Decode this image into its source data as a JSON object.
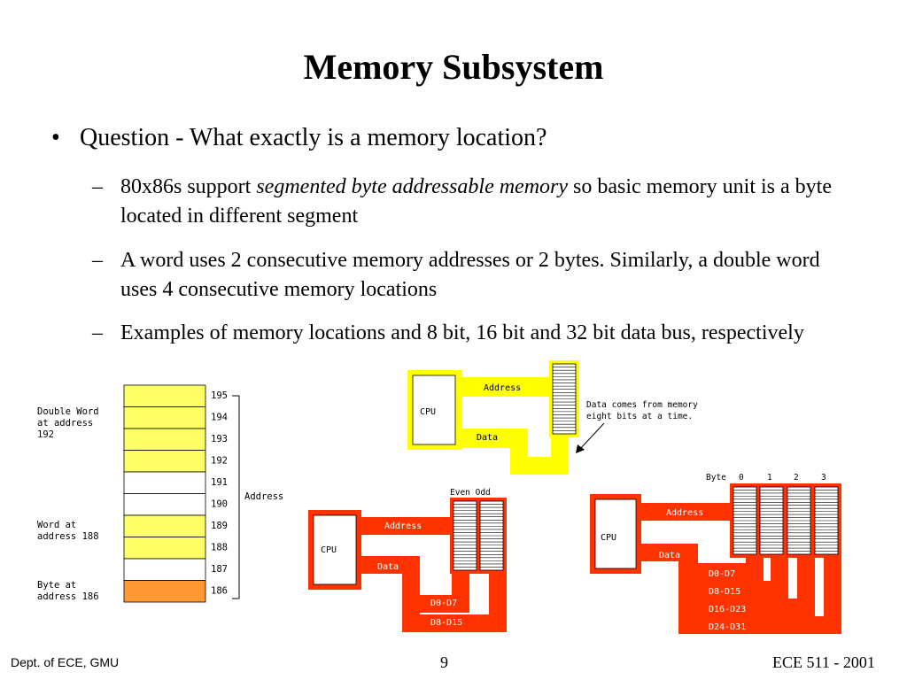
{
  "slide": {
    "title": "Memory Subsystem",
    "bullet": {
      "marker": "•",
      "text": "Question - What exactly is a memory location?"
    },
    "subbullets": [
      {
        "marker": "–",
        "pre": "80x86s support ",
        "em": "segmented byte addressable memory",
        "post": " so basic memory unit is a byte located in different segment"
      },
      {
        "marker": "–",
        "pre": "A word uses 2 consecutive memory addresses or 2 bytes. Similarly, a double word uses 4 consecutive memory locations",
        "em": "",
        "post": ""
      },
      {
        "marker": "–",
        "pre": "Examples of memory locations and 8 bit, 16 bit and 32 bit data bus, respectively",
        "em": "",
        "post": ""
      }
    ]
  },
  "memory_map": {
    "addresses": [
      "195",
      "194",
      "193",
      "192",
      "191",
      "190",
      "189",
      "188",
      "187",
      "186"
    ],
    "address_label": "Address",
    "double_word_label": [
      "Double Word",
      "at address",
      "192"
    ],
    "word_label": [
      "Word at",
      "address 188"
    ],
    "byte_label": [
      "Byte at",
      "address 186"
    ],
    "colors": {
      "double": "#ffff66",
      "word": "#ffff66",
      "byte": "#ff9933",
      "empty": "#ffffff"
    }
  },
  "bus8": {
    "cpu": "CPU",
    "address": "Address",
    "data": "Data",
    "note": [
      "Data comes from memory",
      "eight bits at a time."
    ],
    "color": "#ffff00"
  },
  "bus16": {
    "header": "Even Odd",
    "cpu": "CPU",
    "address": "Address",
    "data": "Data",
    "lanes": [
      "D0-D7",
      "D8-D15"
    ],
    "color": "#ff3300"
  },
  "bus32": {
    "header": [
      "Byte",
      "0",
      "1",
      "2",
      "3"
    ],
    "cpu": "CPU",
    "address": "Address",
    "data": "Data",
    "lanes": [
      "D0-D7",
      "D8-D15",
      "D16-D23",
      "D24-D31"
    ],
    "color": "#ff3300"
  },
  "footer": {
    "left": "Dept. of ECE, GMU",
    "page": "9",
    "right": "ECE 511 - 2001"
  }
}
